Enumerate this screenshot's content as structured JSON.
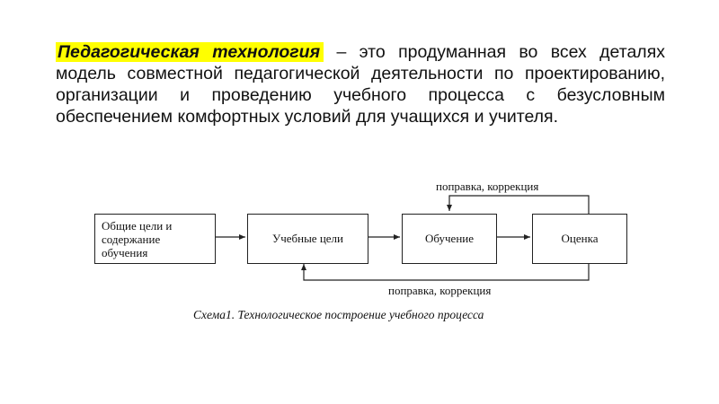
{
  "definition": {
    "term": "Педагогическая технология",
    "text": " – это продуманная во всех деталях модель совместной педагогической деятельности по проектированию, организации и проведению учебного процесса с безусловным обеспечением комфортных условий для учащихся и учителя."
  },
  "diagram": {
    "boxes": {
      "goals_line1": "Общие цели и",
      "goals_line2": "содержание",
      "goals_line3": "обучения",
      "learning_goals": "Учебные цели",
      "learning": "Обучение",
      "assessment": "Оценка"
    },
    "feedback_top": "поправка, коррекция",
    "feedback_bottom": "поправка, коррекция",
    "caption": "Схема1.  Технологическое построение учебного процесса"
  }
}
